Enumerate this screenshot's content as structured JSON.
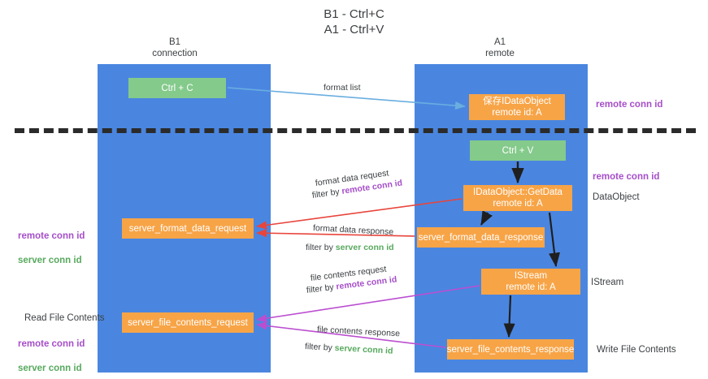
{
  "title": "B1 - Ctrl+C\nA1 - Ctrl+V",
  "columns": {
    "left": "B1\nconnection",
    "right": "A1\nremote"
  },
  "colors": {
    "lane": "#4a86e0",
    "node_orange": "#f7a447",
    "node_green": "#84ca8b",
    "remote_conn_id": "#a64ec9",
    "server_conn_id": "#57a95e",
    "arrow_blue": "#6aaee0",
    "arrow_red": "#e8453c",
    "arrow_purple": "#bb4ed0",
    "arrow_black": "#1f1f1f",
    "separator": "#2b2b2b"
  },
  "nodes": {
    "ctrl_c": {
      "line1": "Ctrl + C"
    },
    "ctrl_v": {
      "line1": "Ctrl + V"
    },
    "idataobject": {
      "line1": "保存IDataObject",
      "line2": "remote id: A"
    },
    "getdata": {
      "line1": "IDataObject::GetData",
      "line2": "remote id: A"
    },
    "istream": {
      "line1": "IStream",
      "line2": "remote id: A"
    },
    "server_format_data_request": {
      "line1": "server_format_data_request"
    },
    "server_format_data_response": {
      "line1": "server_format_data_response"
    },
    "server_file_contents_request": {
      "line1": "server_file_contents_request"
    },
    "server_file_contents_response": {
      "line1": "server_file_contents_response"
    }
  },
  "edge_labels": {
    "format_list": "format list",
    "format_data_request": "format data request",
    "format_data_request_filter_prefix": "filter by ",
    "format_data_request_filter_value": "remote conn id",
    "format_data_response": "format data response",
    "format_data_response_filter_prefix": "filter by ",
    "format_data_response_filter_value": "server conn id",
    "file_contents_request": "file contents request",
    "file_contents_request_filter_prefix": "filter by ",
    "file_contents_request_filter_value": "remote conn id",
    "file_contents_response": "file contents response",
    "file_contents_response_filter_prefix": "filter by ",
    "file_contents_response_filter_value": "server conn id"
  },
  "annotations": {
    "right_remote_conn_id_top": "remote conn id",
    "right_remote_conn_id_mid": "remote conn id",
    "right_dataobject": "DataObject",
    "right_istream": "IStream",
    "right_write_file_contents": "Write File Contents",
    "left_conn_ids_top": "remote conn id\nserver conn id",
    "left_read_file_contents": "Read File Contents",
    "left_conn_ids_bottom": "remote conn id\nserver conn id"
  }
}
